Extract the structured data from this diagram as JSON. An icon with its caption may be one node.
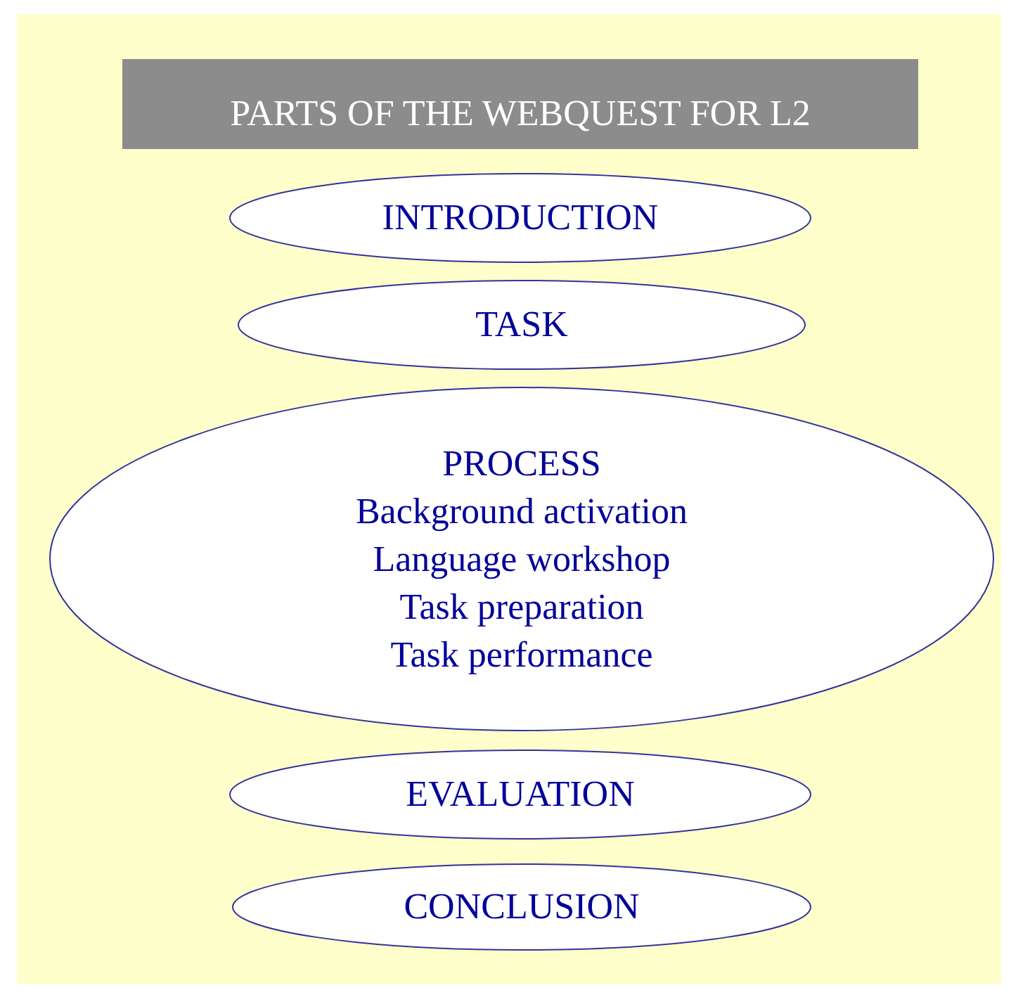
{
  "diagram": {
    "nodes": [
      {
        "text": [
          "PARTS OF THE WEBQUEST FOR L2"
        ]
      },
      {
        "text": [
          "INTRODUCTION"
        ]
      },
      {
        "text": [
          "TASK"
        ]
      },
      {
        "text": [
          "PROCESS",
          "Background activation",
          "Language workshop",
          "Task preparation",
          "Task performance"
        ]
      },
      {
        "text": [
          "EVALUATION"
        ]
      },
      {
        "text": [
          "CONCLUSION"
        ]
      }
    ],
    "edges": []
  }
}
